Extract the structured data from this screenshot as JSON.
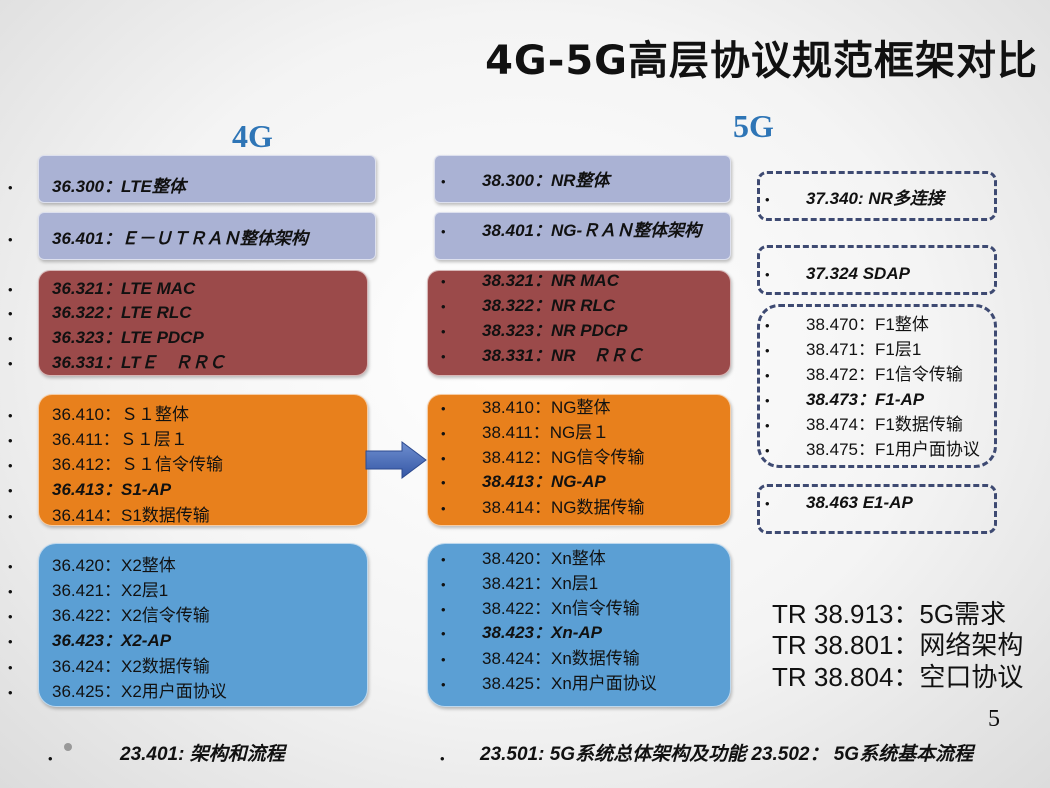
{
  "title": "4G-5G高层协议规范框架对比",
  "col_4g": "4G",
  "col_5g": "5G",
  "bullet": "•",
  "left": {
    "b1": [
      "36.300：LTE整体"
    ],
    "b2": [
      "36.401：Ｅ－ＵＴＲＡＮ整体架构"
    ],
    "b3": [
      "36.321：LTE MAC",
      "36.322：LTE RLC",
      "36.323：LTE PDCP",
      "36.331：LTＥ　ＲＲＣ"
    ],
    "b4": [
      "36.410：Ｓ１整体",
      "36.411：Ｓ１层１",
      "36.412：Ｓ１信令传输",
      "36.413：S1-AP",
      "36.414：S1数据传输"
    ],
    "b5": [
      "36.420：X2整体",
      "36.421：X2层1",
      "36.422：X2信令传输",
      "36.423：X2-AP",
      "36.424：X2数据传输",
      "36.425：X2用户面协议"
    ]
  },
  "mid": {
    "b1": [
      "38.300：NR整体"
    ],
    "b2": [
      "38.401：NG-ＲＡＮ整体架构"
    ],
    "b3": [
      "38.321：NR MAC",
      "38.322：NR RLC",
      "38.323：NR PDCP",
      "38.331：NR　ＲＲＣ"
    ],
    "b4": [
      "38.410：NG整体",
      "38.411：NG层１",
      "38.412：NG信令传输",
      "38.413：NG-AP",
      "38.414：NG数据传输"
    ],
    "b5": [
      "38.420：Xn整体",
      "38.421：Xn层1",
      "38.422：Xn信令传输",
      "38.423：Xn-AP",
      "38.424：Xn数据传输",
      "38.425：Xn用户面协议"
    ]
  },
  "right": {
    "d1": "37.340: NR多连接",
    "d2": "37.324 SDAP",
    "f1": [
      "38.470：F1整体",
      "38.471：F1层1",
      "38.472：F1信令传输",
      "38.473：F1-AP",
      "38.474：F1数据传输",
      "38.475：F1用户面协议"
    ],
    "d4": "38.463 E1-AP"
  },
  "tr": [
    "TR 38.913：5G需求",
    "TR 38.801：网络架构",
    "TR 38.804：空口协议"
  ],
  "page_number": "5",
  "footer": {
    "left": "23.401:  架构和流程",
    "right": "23.501: 5G系统总体架构及功能    23.502： 5G系统基本流程"
  },
  "colors": {
    "lavender": "#aab2d4",
    "maroon": "#9b4a4a",
    "orange": "#e8801c",
    "blue": "#5b9fd4",
    "dash": "#3e4a72",
    "heading": "#2e75b6"
  }
}
